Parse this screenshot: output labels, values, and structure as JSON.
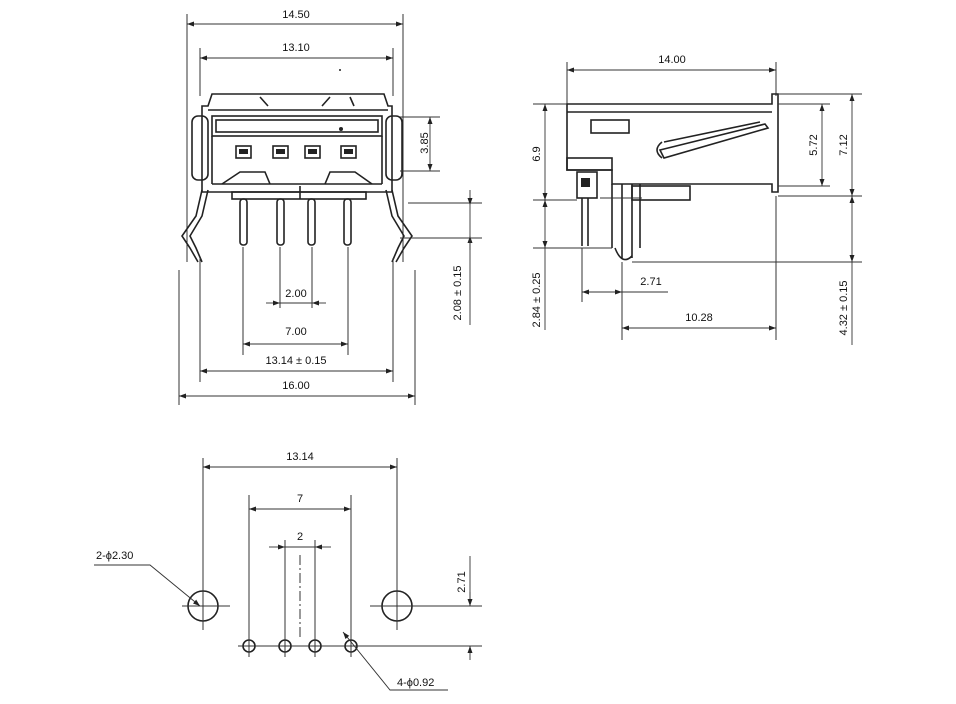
{
  "dimensions": {
    "front": {
      "width_14_50": "14.50",
      "width_13_10": "13.10",
      "height_3_85": "3.85",
      "height_2_08": "2.08 ± 0.15",
      "pitch_2_00": "2.00",
      "pitch_7_00": "7.00",
      "span_13_14": "13.14 ± 0.15",
      "span_16_00": "16.00"
    },
    "side": {
      "length_14_00": "14.00",
      "height_6_9": "6.9",
      "height_5_72": "5.72",
      "height_7_12": "7.12",
      "pin_2_84": "2.84 ± 0.25",
      "offset_2_71": "2.71",
      "depth_10_28": "10.28",
      "pin_4_32": "4.32 ± 0.15"
    },
    "footprint": {
      "span_13_14": "13.14",
      "pitch_7": "7",
      "pitch_2": "2",
      "offset_2_71": "2.71",
      "large_holes": "2-ϕ2.30",
      "small_holes": "4-ϕ0.92"
    }
  }
}
